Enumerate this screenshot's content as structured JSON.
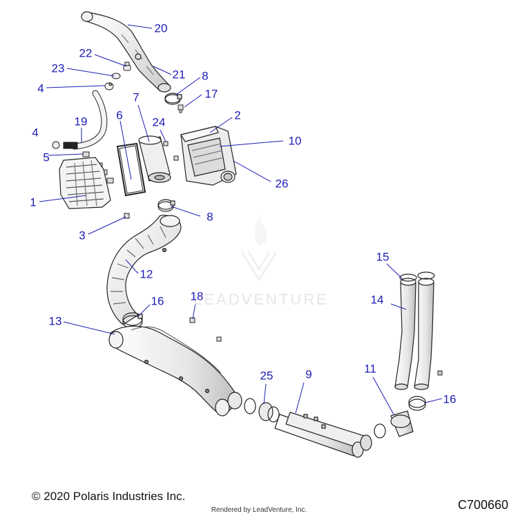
{
  "callouts": [
    {
      "id": "c20",
      "label": "20"
    },
    {
      "id": "c22",
      "label": "22"
    },
    {
      "id": "c23",
      "label": "23"
    },
    {
      "id": "c21",
      "label": "21"
    },
    {
      "id": "c4a",
      "label": "4"
    },
    {
      "id": "c8a",
      "label": "8"
    },
    {
      "id": "c17",
      "label": "17"
    },
    {
      "id": "c7",
      "label": "7"
    },
    {
      "id": "c2",
      "label": "2"
    },
    {
      "id": "c6",
      "label": "6"
    },
    {
      "id": "c24",
      "label": "24"
    },
    {
      "id": "c19",
      "label": "19"
    },
    {
      "id": "c4b",
      "label": "4"
    },
    {
      "id": "c10",
      "label": "10"
    },
    {
      "id": "c5",
      "label": "5"
    },
    {
      "id": "c26",
      "label": "26"
    },
    {
      "id": "c1",
      "label": "1"
    },
    {
      "id": "c8b",
      "label": "8"
    },
    {
      "id": "c3",
      "label": "3"
    },
    {
      "id": "c15",
      "label": "15"
    },
    {
      "id": "c12",
      "label": "12"
    },
    {
      "id": "c18",
      "label": "18"
    },
    {
      "id": "c16a",
      "label": "16"
    },
    {
      "id": "c14",
      "label": "14"
    },
    {
      "id": "c13",
      "label": "13"
    },
    {
      "id": "c25",
      "label": "25"
    },
    {
      "id": "c9",
      "label": "9"
    },
    {
      "id": "c11",
      "label": "11"
    },
    {
      "id": "c16b",
      "label": "16"
    }
  ],
  "colors": {
    "callout": "#1c1cb4",
    "line": "#1c1cb4",
    "part_stroke": "#222222",
    "part_fill": "#f2f2f2",
    "shade": "#cfcfcf"
  },
  "watermark": "LEADVENTURE",
  "footer": {
    "copyright": "© 2020 Polaris Industries Inc.",
    "rendered_by": "Rendered by LeadVenture, Inc.",
    "diagram_code": "C700660"
  }
}
